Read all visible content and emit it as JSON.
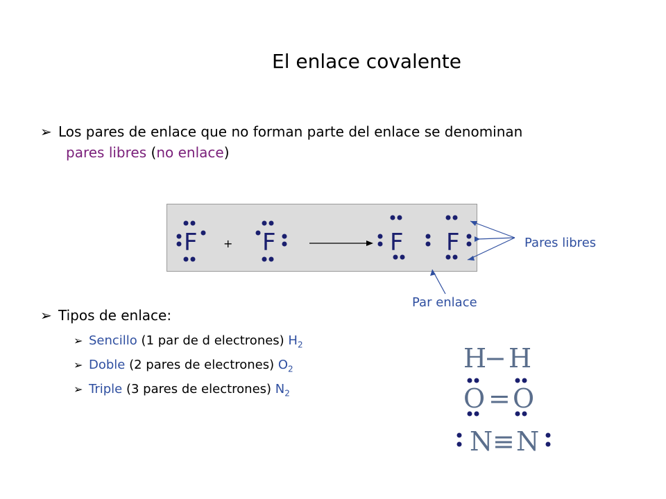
{
  "title": "El enlace covalente",
  "bullet1": {
    "line1": "Los pares de enlace que no forman parte del enlace se denominan",
    "highlight": "pares libres",
    "paren_open": " (",
    "no_enlace": "no enlace",
    "paren_close": ")"
  },
  "diagram": {
    "atom": "F",
    "plus": "+",
    "pares_libres_label": "Pares libres",
    "par_enlace_label": "Par enlace"
  },
  "bullet2": {
    "label": "Tipos de enlace:",
    "items": [
      {
        "type": "Sencillo",
        "desc": " (1 par de d electrones) ",
        "formula": "H",
        "subscript": "2"
      },
      {
        "type": "Doble",
        "desc": " (2 pares de electrones) ",
        "formula": "O",
        "subscript": "2"
      },
      {
        "type": "Triple",
        "desc": " (3 pares de electrones) ",
        "formula": "N",
        "subscript": "2"
      }
    ]
  },
  "structures": {
    "h2": {
      "left": "H",
      "bond": "−",
      "right": "H"
    },
    "o2": {
      "left": "O",
      "bond": "=",
      "right": "O"
    },
    "n2": {
      "left": "N",
      "bond": "≡",
      "right": "N"
    }
  },
  "colors": {
    "purple": "#7a1f7a",
    "blue": "#2f4fa0",
    "lewis_dots": "#1a1f6e",
    "structure_gray": "#5a6e8c"
  }
}
